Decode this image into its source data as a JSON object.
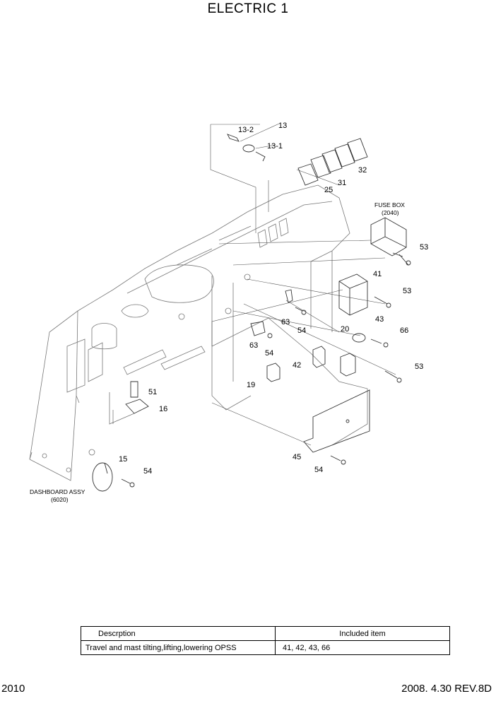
{
  "title": "ELECTRIC 1",
  "callouts": {
    "c13": "13",
    "c13_2": "13-2",
    "c13_1": "13-1",
    "c32": "32",
    "c31": "31",
    "c25": "25",
    "fuse_box": "FUSE BOX",
    "fuse_box_ref": "(2040)",
    "c53a": "53",
    "c41": "41",
    "c53b": "53",
    "c43": "43",
    "c66": "66",
    "c63a": "63",
    "c54a": "54",
    "c20": "20",
    "c63b": "63",
    "c54b": "54",
    "c42": "42",
    "c53c": "53",
    "c19": "19",
    "c51": "51",
    "c16": "16",
    "c15": "15",
    "c54c": "54",
    "c45": "45",
    "c54d": "54",
    "dashboard": "DASHBOARD ASSY",
    "dashboard_ref": "(6020)"
  },
  "table": {
    "headers": [
      "Descrption",
      "Included item"
    ],
    "rows": [
      [
        "Travel and mast tilting,lifting,lowering OPSS",
        "41, 42, 43, 66"
      ]
    ]
  },
  "footer": {
    "page": "2010",
    "revision": "2008. 4.30  REV.8D"
  }
}
